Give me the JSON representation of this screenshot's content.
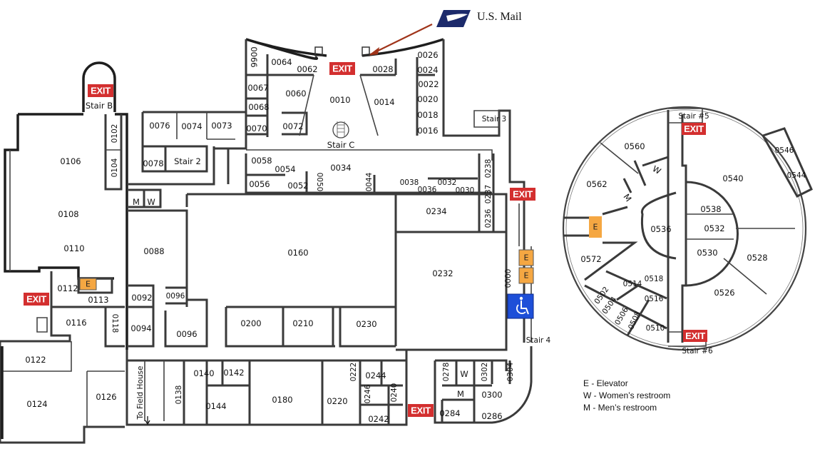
{
  "mail": {
    "label": "U.S. Mail",
    "icon": "usps-eagle-logo",
    "arrow_color": "#a0341a",
    "logo_color": "#1c2a6b"
  },
  "colors": {
    "exit": "#d32f2f",
    "elevator": "#f5a742",
    "accessible": "#1e4fd8",
    "wall": "#3a3a3a"
  },
  "exits": [
    "EXIT",
    "EXIT",
    "EXIT",
    "EXIT",
    "EXIT",
    "EXIT",
    "EXIT"
  ],
  "elevator_symbol": "E",
  "stairs": {
    "b": "Stair B",
    "two": "Stair 2",
    "three": "Stair 3",
    "c": "Stair C",
    "four": "Stair 4",
    "five": "Stair #5",
    "six": "Stair #6"
  },
  "field_house": "To Field House",
  "accessible_icon": "wheelchair-icon",
  "rooms_main": {
    "r0066": "0066",
    "r0064": "0064",
    "r0062": "0062",
    "r0028": "0028",
    "r0026": "0026",
    "r0024": "0024",
    "r0022": "0022",
    "r0020": "0020",
    "r0018": "0018",
    "r0016": "0016",
    "r0067": "0067",
    "r0060": "0060",
    "r0010": "0010",
    "r0014": "0014",
    "r0068": "0068",
    "r0070": "0070",
    "r0072": "0072",
    "r0058": "0058",
    "r0054": "0054",
    "r0034": "0034",
    "r0056": "0056",
    "r0052": "0052",
    "r0050": "0050",
    "r0044": "0044",
    "r0038": "0038",
    "r0036": "0036",
    "r0032": "0032",
    "r0030": "0030",
    "r0238": "0238",
    "r0237": "0237",
    "r0236": "0236",
    "r0234": "0234",
    "r0232": "0232",
    "r0000": "0000",
    "r0076": "0076",
    "r0074": "0074",
    "r0073": "0073",
    "r0078": "0078",
    "r0102": "0102",
    "r0104": "0104",
    "r0106": "0106",
    "r0108": "0108",
    "r0110": "0110",
    "r0112": "0112",
    "r0113": "0113",
    "r0116": "0116",
    "r0118": "0118",
    "r0122": "0122",
    "r0124": "0124",
    "r0126": "0126",
    "r0088": "0088",
    "r0160": "0160",
    "r0092": "0092",
    "r0094": "0094",
    "r0096a": "0096",
    "r0096b": "0096",
    "r0200": "0200",
    "r0210": "0210",
    "r0230": "0230",
    "r0138": "0138",
    "r0140": "0140",
    "r0142": "0142",
    "r0144": "0144",
    "r0180": "0180",
    "r0220": "0220",
    "r0222": "0222",
    "r0244": "0244",
    "r0246": "0246",
    "r0240": "0240",
    "r0242": "0242",
    "r0278": "0278",
    "r0302": "0302",
    "r0304": "0304",
    "r0300": "0300",
    "r0284": "0284",
    "r0286": "0286",
    "m1": "M",
    "w1": "W",
    "m2": "M",
    "w2": "W"
  },
  "rooms_round": {
    "r0560": "0560",
    "r0562": "0562",
    "r0540": "0540",
    "r0546": "0546",
    "r0544": "0544",
    "r0538": "0538",
    "r0536": "0536",
    "r0532": "0532",
    "r0530": "0530",
    "r0528": "0528",
    "r0572": "0572",
    "r0526": "0526",
    "r0518": "0518",
    "r0514": "0514",
    "r0516": "0516",
    "r0502": "0502",
    "r0504": "0504",
    "r0506": "0506",
    "r0508": "0508",
    "r0510": "0510",
    "w": "W",
    "m": "M"
  },
  "legend": [
    {
      "label": "E - Elevator"
    },
    {
      "label": "W - Women’s restroom"
    },
    {
      "label": "M - Men’s restroom"
    }
  ]
}
